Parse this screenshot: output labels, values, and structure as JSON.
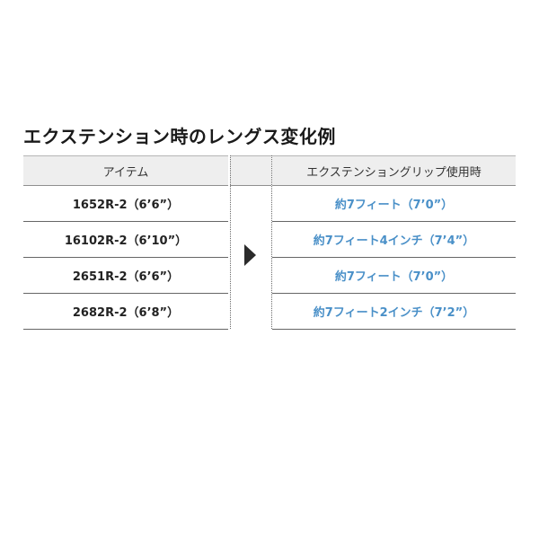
{
  "title": "エクステンション時のレングス変化例",
  "headers": {
    "item": "アイテム",
    "result": "エクステンショングリップ使用時"
  },
  "rows": [
    {
      "item": "1652R-2（6’6”）",
      "result": "約7フィート（7’0”）"
    },
    {
      "item": "16102R-2（6’10”）",
      "result": "約7フィート4インチ（7’4”）"
    },
    {
      "item": "2651R-2（6’6”）",
      "result": "約7フィート（7’0”）"
    },
    {
      "item": "2682R-2（6’8”）",
      "result": "約7フィート2インチ（7’2”）"
    }
  ],
  "colors": {
    "accent": "#4a90c8",
    "header_bg": "#eeeeee"
  },
  "icons": [
    "right-arrow-icon"
  ]
}
